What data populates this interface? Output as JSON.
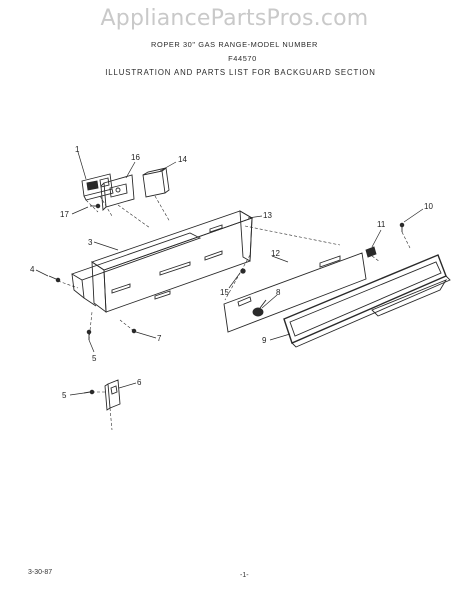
{
  "watermark": "AppliancePartsPros.com",
  "header": {
    "line1": "ROPER 30\" GAS RANGE-MODEL NUMBER",
    "line2": "F44570",
    "line3": "ILLUSTRATION AND PARTS LIST FOR BACKGUARD SECTION"
  },
  "callouts": {
    "c1": "1",
    "c16": "16",
    "c14": "14",
    "c17": "17",
    "c13": "13",
    "c11": "11",
    "c10": "10",
    "c3": "3",
    "c12": "12",
    "c4": "4",
    "c15": "15",
    "c8": "8",
    "c7": "7",
    "c9": "9",
    "c5a": "5",
    "c6": "6",
    "c5b": "5"
  },
  "footer": {
    "date": "3-30-87",
    "page": "-1-"
  }
}
